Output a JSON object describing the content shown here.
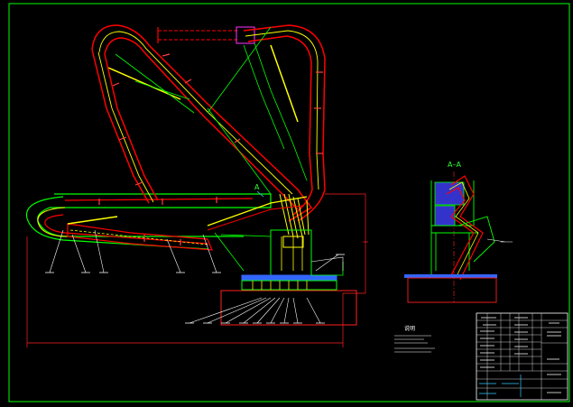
{
  "drawing": {
    "section_label": "A–A",
    "callout_a": "A",
    "notes": {
      "title": "说明",
      "lines": []
    }
  },
  "colors": {
    "background": "#000000",
    "frame": "#00ff00",
    "boom_outline": "#ff0000",
    "boom_inner": "#ffff00",
    "dimension": "#ff2020",
    "base": "#ff2020",
    "blue_plate": "#3366ff",
    "cyan": "#33ccff",
    "magenta": "#ff33ff",
    "white": "#ffffff",
    "section_fill": "#3333cc"
  }
}
